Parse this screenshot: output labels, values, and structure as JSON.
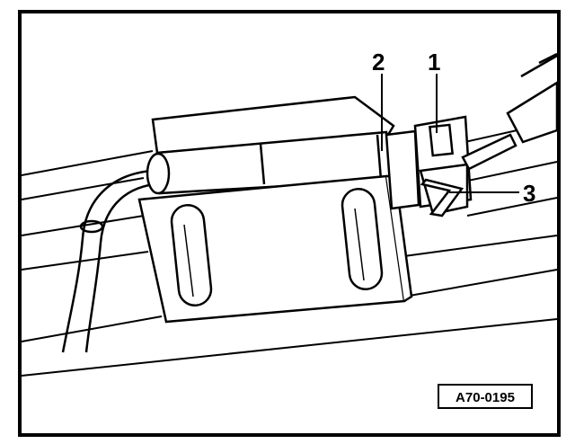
{
  "diagram": {
    "callouts": [
      {
        "id": "1",
        "label": "1"
      },
      {
        "id": "2",
        "label": "2"
      },
      {
        "id": "3",
        "label": "3"
      }
    ],
    "reference_code": "A70-0195"
  }
}
